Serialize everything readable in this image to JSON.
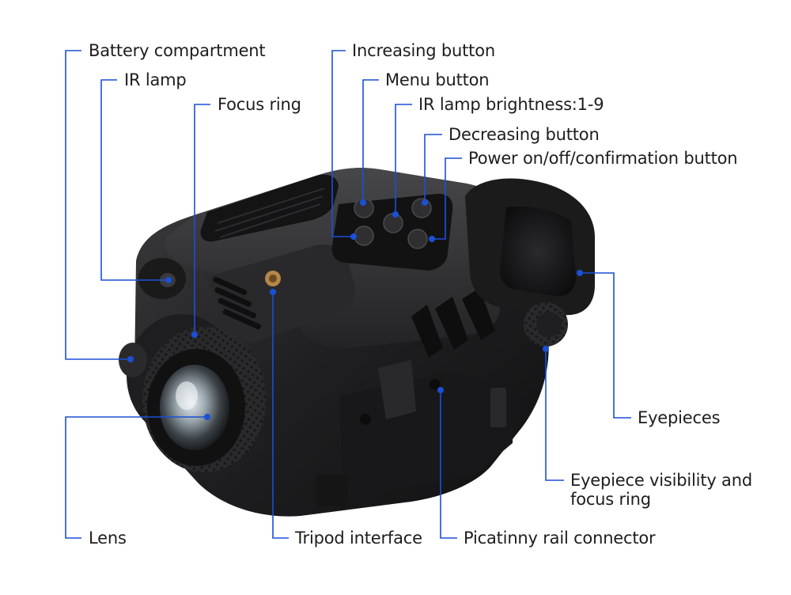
{
  "colors": {
    "leader_line": "#1b4fd6",
    "text": "#1d1d1d",
    "device_body": "#1c1c1e",
    "device_highlight": "#3a3a3d",
    "background": "#ffffff"
  },
  "callouts": [
    {
      "id": "battery-compartment",
      "label": "Battery compartment"
    },
    {
      "id": "ir-lamp",
      "label": "IR lamp"
    },
    {
      "id": "focus-ring",
      "label": "Focus ring"
    },
    {
      "id": "increasing-button",
      "label": "Increasing button"
    },
    {
      "id": "menu-button",
      "label": "Menu button"
    },
    {
      "id": "ir-brightness",
      "label": "IR lamp brightness:1-9"
    },
    {
      "id": "decreasing-button",
      "label": "Decreasing button"
    },
    {
      "id": "power-button",
      "label": "Power on/off/confirmation button"
    },
    {
      "id": "eyepieces",
      "label": "Eyepieces"
    },
    {
      "id": "eyepiece-focus",
      "label": "Eyepiece visibility and focus ring"
    },
    {
      "id": "lens",
      "label": "Lens"
    },
    {
      "id": "tripod-interface",
      "label": "Tripod interface"
    },
    {
      "id": "picatinny",
      "label": "Picatinny rail connector"
    }
  ]
}
